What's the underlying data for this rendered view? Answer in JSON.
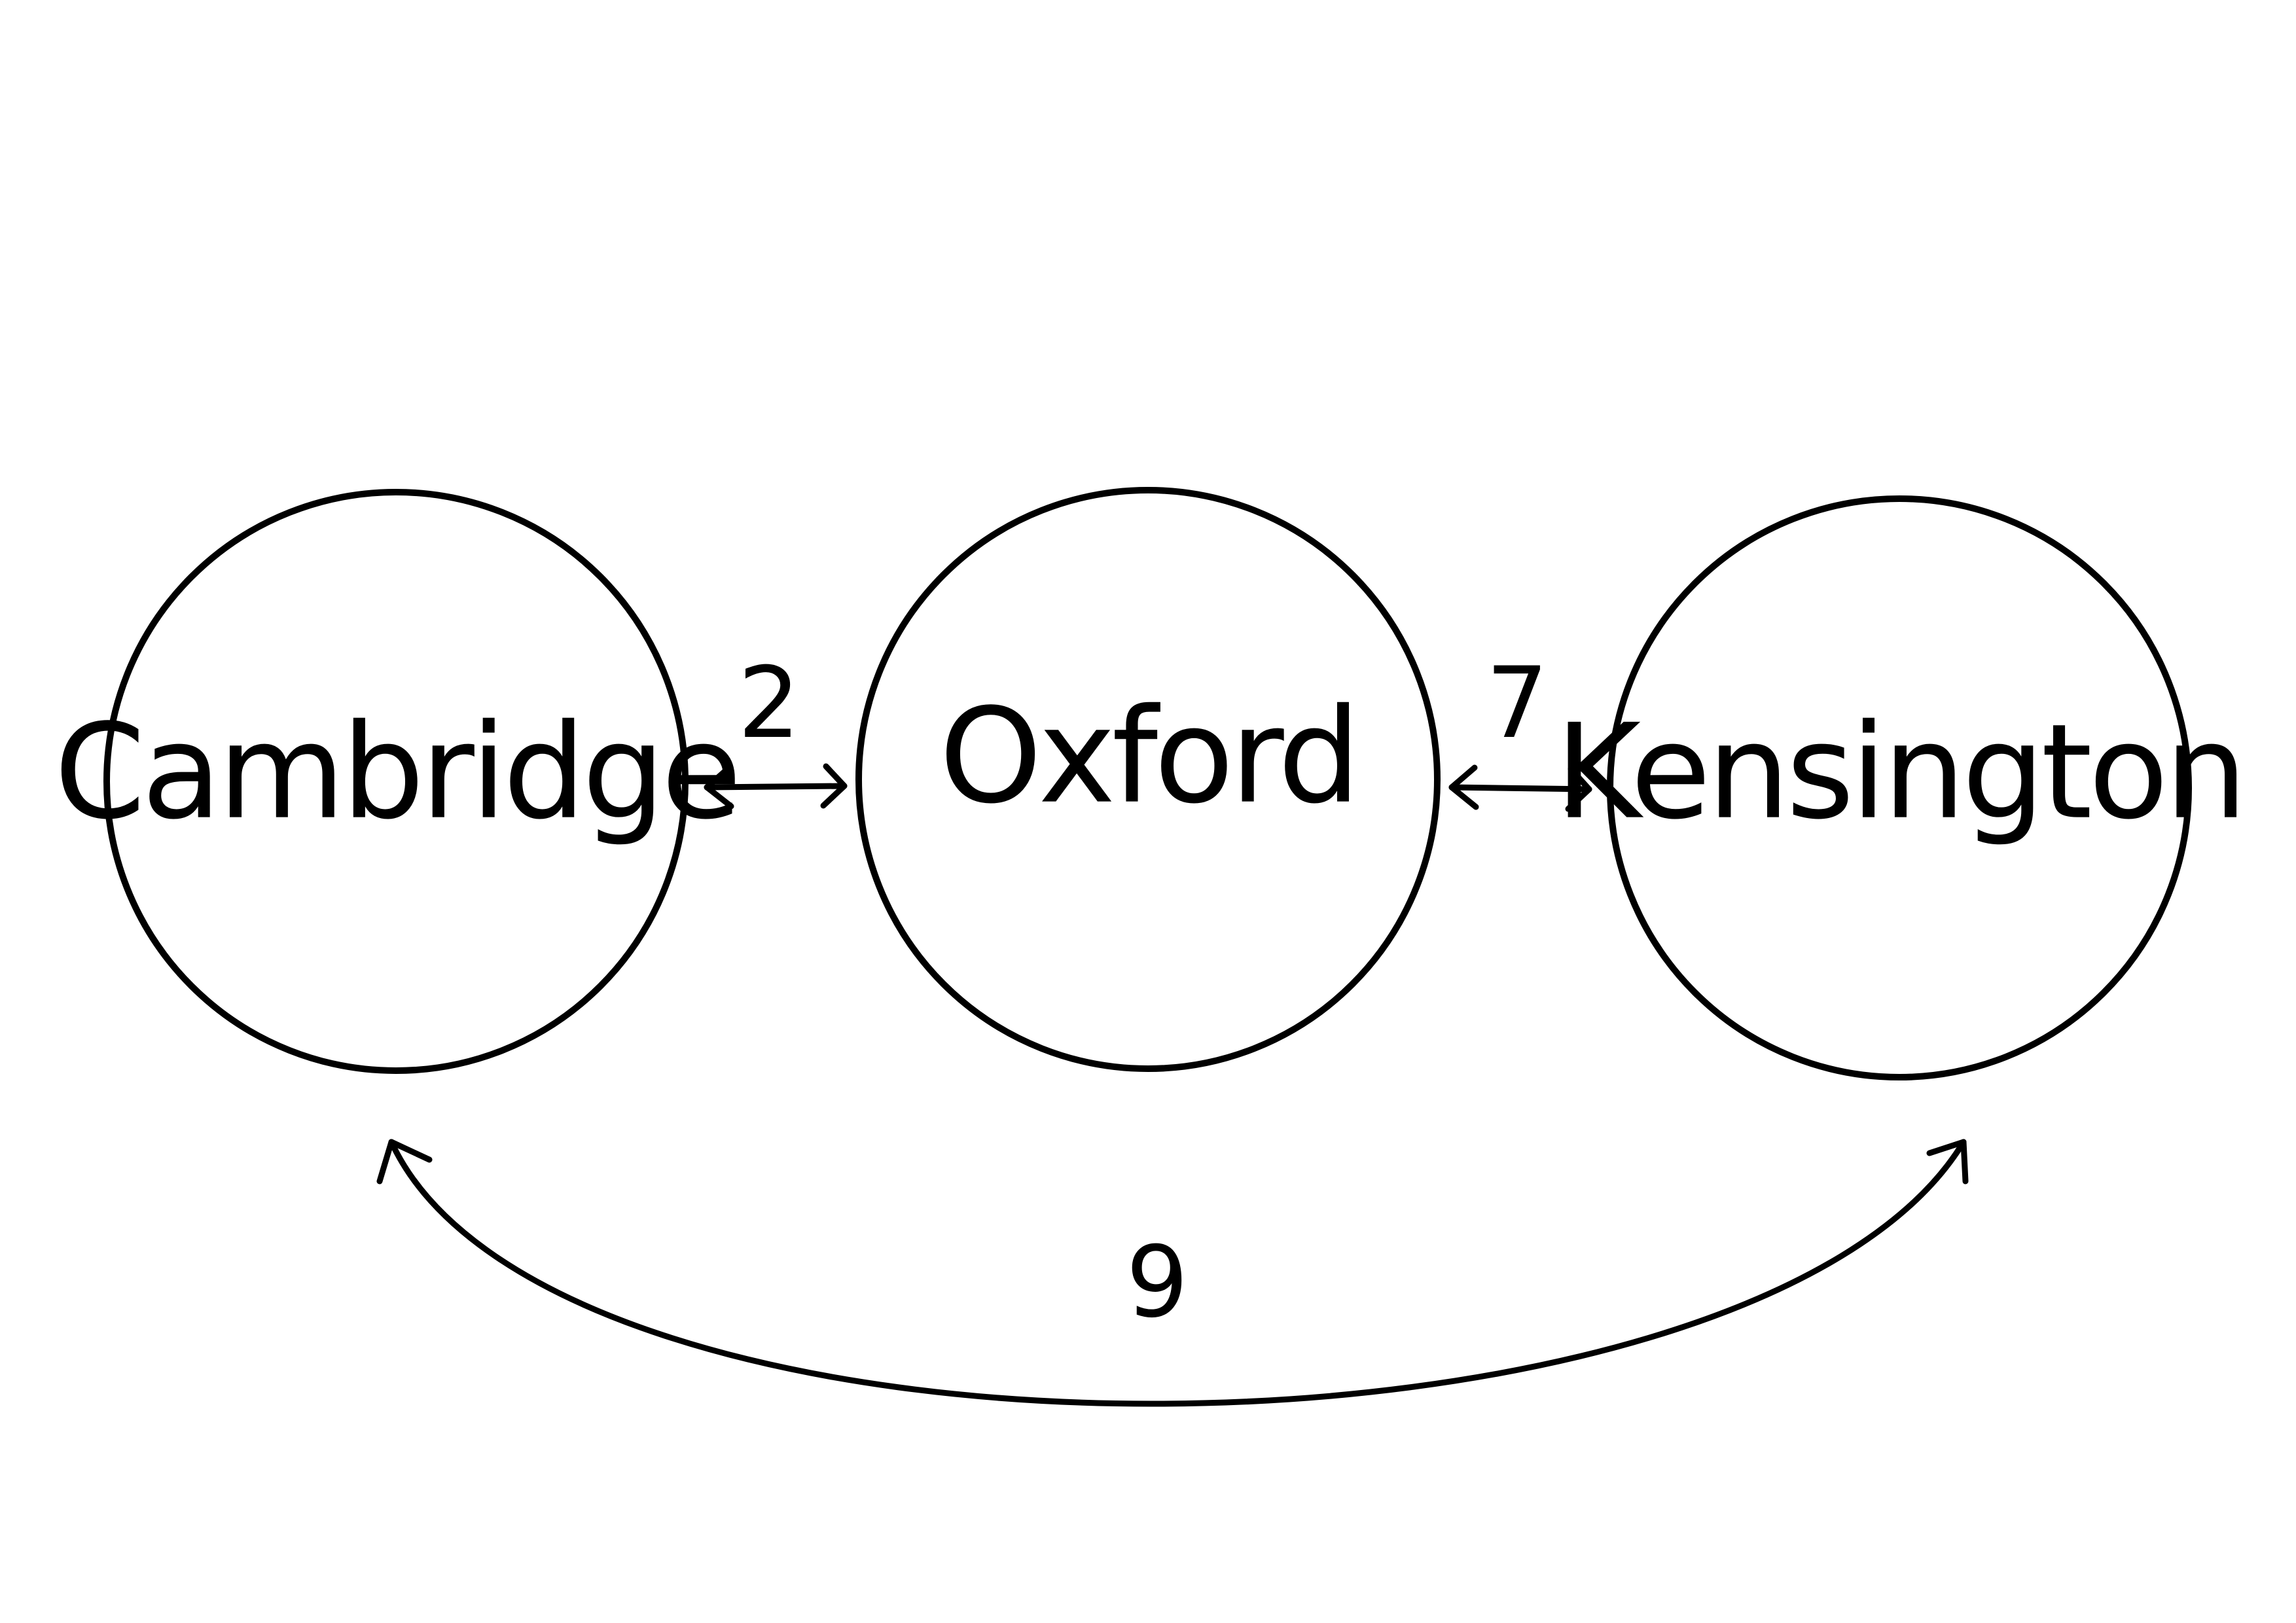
{
  "diagram": {
    "nodes": [
      {
        "id": "cambridge",
        "label": "Cambridge"
      },
      {
        "id": "oxford",
        "label": "Oxford"
      },
      {
        "id": "kensington",
        "label": "Kensington"
      }
    ],
    "edges": [
      {
        "from": "cambridge",
        "to": "oxford",
        "label": "2",
        "direction": "both"
      },
      {
        "from": "oxford",
        "to": "kensington",
        "label": "7",
        "direction": "both"
      },
      {
        "from": "cambridge",
        "to": "kensington",
        "label": "9",
        "direction": "both"
      }
    ],
    "colors": {
      "stroke": "#000000",
      "background": "#ffffff"
    }
  }
}
